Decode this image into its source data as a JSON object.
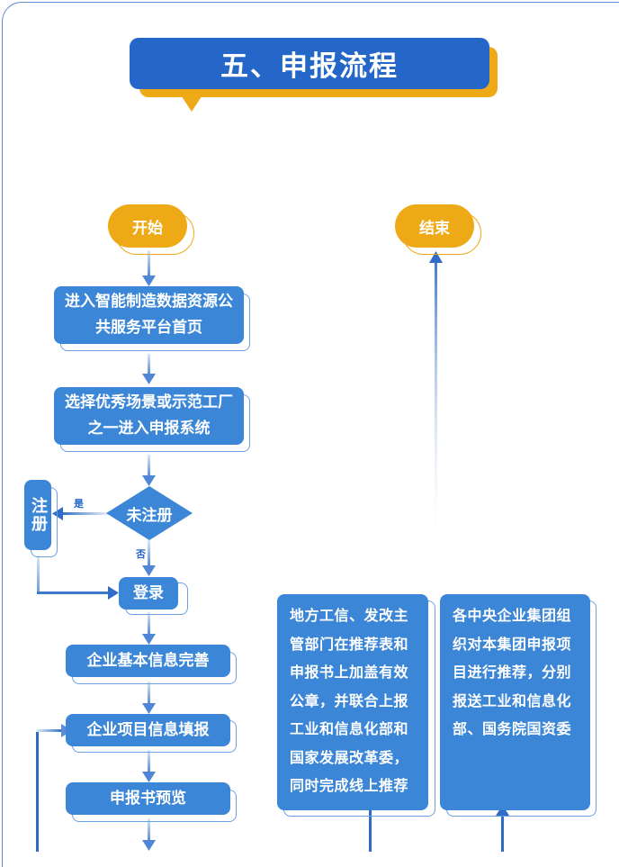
{
  "title": "五、申报流程",
  "colors": {
    "primary": "#2467c9",
    "box": "#3b86d6",
    "accent": "#eeaa16"
  },
  "flow": {
    "start": "开始",
    "end": "结束",
    "step1": [
      "进入智能制造数据资源公",
      "共服务平台首页"
    ],
    "step2": [
      "选择优秀场景或示范工厂",
      "之一进入申报系统"
    ],
    "decision": "未注册",
    "register": "注册",
    "yes_label": "是",
    "no_label": "否",
    "login": "登录",
    "step3": "企业基本信息完善",
    "step4": "企业项目信息填报",
    "step5": "申报书预览",
    "local_box": [
      "地方工信、发改主",
      "管部门在推荐表和",
      "申报书上加盖有效",
      "公章，并联合上报",
      "工业和信息化部和",
      "国家发展改革委，",
      "同时完成线上推荐"
    ],
    "central_box": [
      "各中央企业集团组",
      "织对本集团申报项",
      "目进行推荐，分别",
      "报送工业和信息化",
      "部、国务院国资委"
    ]
  }
}
